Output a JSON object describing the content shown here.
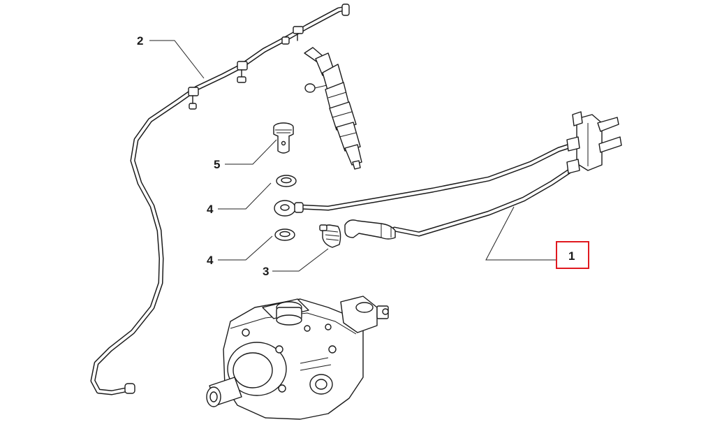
{
  "callouts": {
    "pipe": "1",
    "return_hose": "2",
    "clip": "3",
    "washer_upper": "4",
    "washer_lower": "4",
    "banjo_bolt": "5"
  },
  "highlight": {
    "target": "pipe",
    "color": "#e0191f"
  },
  "colors": {
    "ink": "#1b1b1b",
    "background": "#ffffff"
  }
}
